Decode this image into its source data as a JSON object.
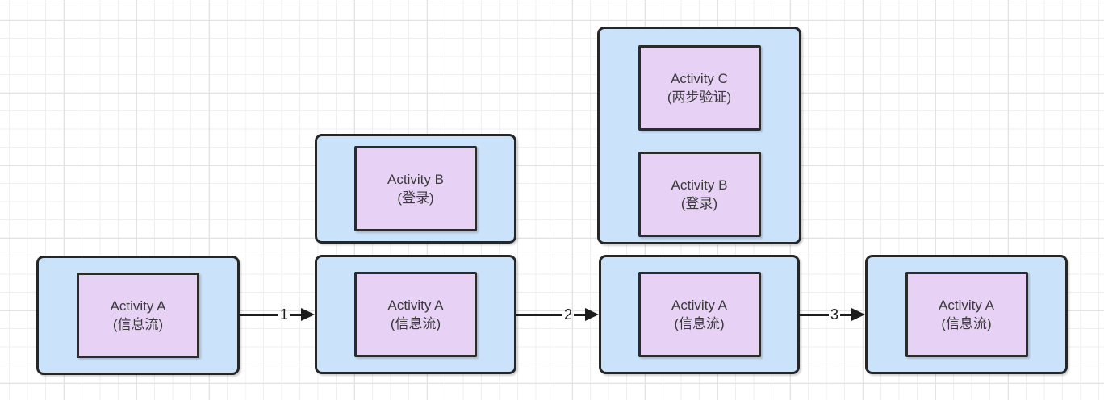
{
  "colors": {
    "task_fill": "#cbe2fb",
    "activity_fill": "#e7d1f5",
    "shape_border": "#262626",
    "arrow": "#1c1c1c",
    "text": "#3a3a3a",
    "grid_minor": "#efefef",
    "grid_major": "#e2e2e2",
    "canvas_background": "#ffffff"
  },
  "nodes": {
    "c1": {
      "activities": [
        {
          "title": "Activity A",
          "subtitle": "(信息流)"
        }
      ]
    },
    "c2_top": {
      "activities": [
        {
          "title": "Activity B",
          "subtitle": "(登录)"
        }
      ]
    },
    "c2_bottom": {
      "activities": [
        {
          "title": "Activity A",
          "subtitle": "(信息流)"
        }
      ]
    },
    "c3_tall": {
      "activities": [
        {
          "title": "Activity C",
          "subtitle": "(两步验证)"
        },
        {
          "title": "Activity B",
          "subtitle": "(登录)"
        }
      ]
    },
    "c3_bottom": {
      "activities": [
        {
          "title": "Activity A",
          "subtitle": "(信息流)"
        }
      ]
    },
    "c4": {
      "activities": [
        {
          "title": "Activity A",
          "subtitle": "(信息流)"
        }
      ]
    }
  },
  "arrows": {
    "a1": {
      "label": "1"
    },
    "a2": {
      "label": "2"
    },
    "a3": {
      "label": "3"
    }
  }
}
